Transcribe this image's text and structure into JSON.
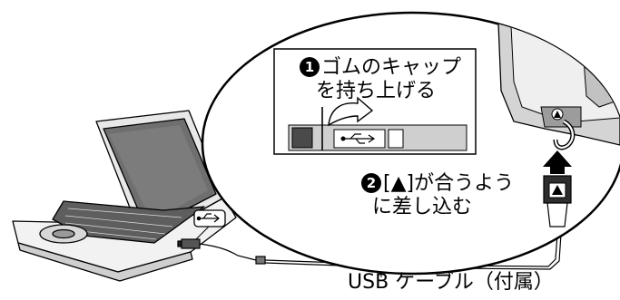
{
  "callouts": {
    "step1": {
      "number": "1",
      "line1": "ゴムのキャップ",
      "line2": "を持ち上げる"
    },
    "step2": {
      "number": "2",
      "line1": "[▲]が合うよう",
      "line2": "に差し込む"
    }
  },
  "cable_label": "USB ケーブル（付属）",
  "icons": {
    "usb_symbol": "usb-icon",
    "arrow_up": "arrow-up-icon",
    "triangle_mark": "triangle-mark-icon"
  },
  "colors": {
    "line": "#000000",
    "fill_light": "#ffffff",
    "fill_gray": "#b3b3b3",
    "fill_dark": "#4a4a4a"
  }
}
